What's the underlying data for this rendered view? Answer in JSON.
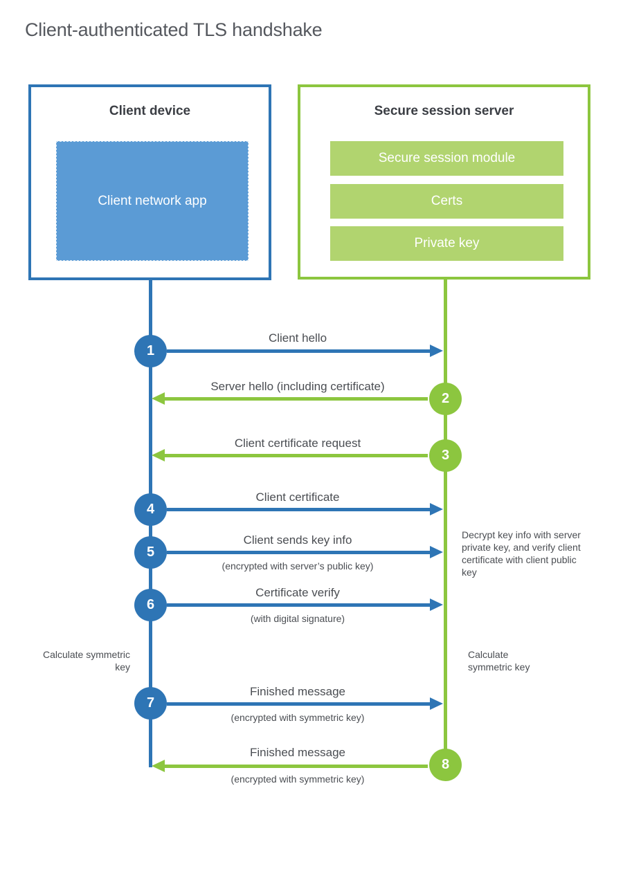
{
  "title": "Client-authenticated TLS handshake",
  "colors": {
    "blue": "#2e75b5",
    "blue_fill": "#5b9bd5",
    "green": "#8cc63f",
    "green_fill": "#b1d46f",
    "text": "#4a4d52"
  },
  "client": {
    "heading": "Client device",
    "module": "Client network app"
  },
  "server": {
    "heading": "Secure session server",
    "modules": [
      "Secure session module",
      "Certs",
      "Private key"
    ]
  },
  "steps": [
    {
      "num": "1",
      "from": "client",
      "label": "Client hello",
      "sub": ""
    },
    {
      "num": "2",
      "from": "server",
      "label": "Server hello (including certificate)",
      "sub": ""
    },
    {
      "num": "3",
      "from": "server",
      "label": "Client certificate request",
      "sub": ""
    },
    {
      "num": "4",
      "from": "client",
      "label": "Client certificate",
      "sub": ""
    },
    {
      "num": "5",
      "from": "client",
      "label": "Client sends key info",
      "sub": "(encrypted with server’s public key)"
    },
    {
      "num": "6",
      "from": "client",
      "label": "Certificate verify",
      "sub": "(with digital signature)"
    },
    {
      "num": "7",
      "from": "client",
      "label": "Finished message",
      "sub": "(encrypted with symmetric key)"
    },
    {
      "num": "8",
      "from": "server",
      "label": "Finished message",
      "sub": "(encrypted with symmetric key)"
    }
  ],
  "notes": {
    "decrypt": "Decrypt key info with server private key, and verify client certificate with client public key",
    "calc_left": "Calculate symmetric key",
    "calc_right": "Calculate symmetric key"
  }
}
